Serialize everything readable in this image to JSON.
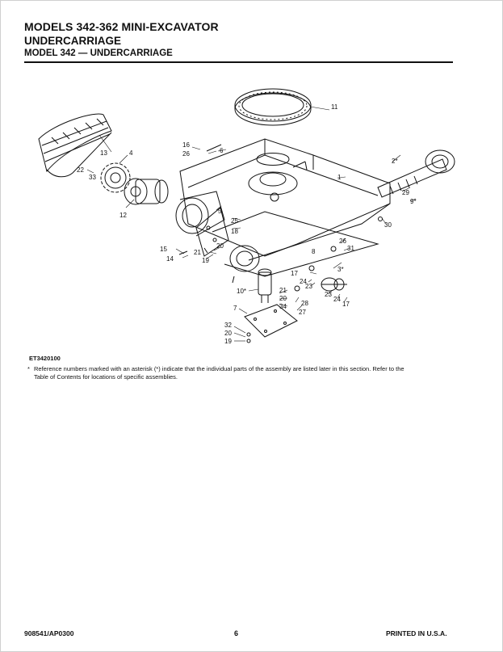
{
  "header": {
    "title": "MODELS 342-362 MINI-EXCAVATOR",
    "section": "UNDERCARRIAGE",
    "subsection": "MODEL 342 — UNDERCARRIAGE"
  },
  "figure": {
    "id": "ET3420100",
    "callouts": [
      {
        "label": "11"
      },
      {
        "label": "13"
      },
      {
        "label": "4"
      },
      {
        "label": "22"
      },
      {
        "label": "33"
      },
      {
        "label": "12"
      },
      {
        "label": "16"
      },
      {
        "label": "26"
      },
      {
        "label": "6"
      },
      {
        "label": "1"
      },
      {
        "label": "2*"
      },
      {
        "label": "29"
      },
      {
        "label": "9*"
      },
      {
        "label": "30"
      },
      {
        "label": "5"
      },
      {
        "label": "25"
      },
      {
        "label": "18"
      },
      {
        "label": "15"
      },
      {
        "label": "14"
      },
      {
        "label": "21"
      },
      {
        "label": "20"
      },
      {
        "label": "19"
      },
      {
        "label": "26"
      },
      {
        "label": "31"
      },
      {
        "label": "8"
      },
      {
        "label": "17"
      },
      {
        "label": "24"
      },
      {
        "label": "23"
      },
      {
        "label": "3*"
      },
      {
        "label": "10*"
      },
      {
        "label": "21"
      },
      {
        "label": "20"
      },
      {
        "label": "34"
      },
      {
        "label": "28"
      },
      {
        "label": "27"
      },
      {
        "label": "23"
      },
      {
        "label": "24"
      },
      {
        "label": "17"
      },
      {
        "label": "7"
      },
      {
        "label": "32"
      },
      {
        "label": "20"
      },
      {
        "label": "19"
      }
    ]
  },
  "note": {
    "marker": "*",
    "line1": "Reference numbers marked with an asterisk (*) indicate that the individual parts of the assembly are listed later in this section. Refer to the",
    "line2": "Table of Contents for locations of specific assemblies."
  },
  "footer": {
    "doc_number": "908541/AP0300",
    "page_number": "6",
    "printed": "PRINTED IN U.S.A."
  }
}
